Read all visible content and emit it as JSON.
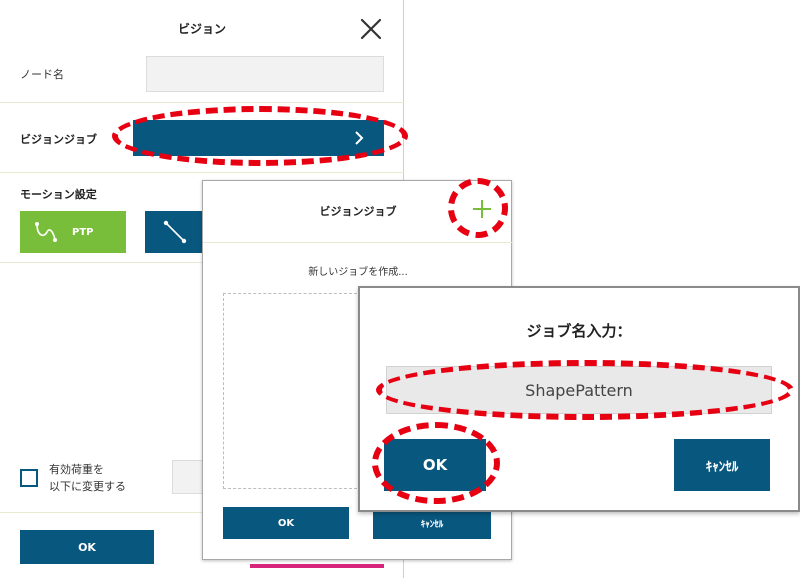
{
  "vision_panel": {
    "title": "ビジョン",
    "node_name_label": "ノード名",
    "node_name_value": "",
    "vision_job_label": "ビジョンジョブ",
    "motion_label": "モーション設定",
    "ptp_label": "PTP",
    "weight_label_line1": "有効荷重を",
    "weight_label_line2": "以下に変更する",
    "ok_label": "OK"
  },
  "job_list_dialog": {
    "title": "ビジョンジョブ",
    "new_job_text": "新しいジョブを作成...",
    "ok_label": "OK",
    "cancel_label": "ｷｬﾝｾﾙ"
  },
  "job_name_dialog": {
    "title": "ジョブ名入力：",
    "input_value": "ShapePattern",
    "ok_label": "OK",
    "cancel_label": "ｷｬﾝｾﾙ"
  },
  "colors": {
    "primary_blue": "#08577f",
    "accent_green": "#79be3b",
    "highlight_red": "#e60012",
    "accent_pink": "#d8247a"
  },
  "icons": [
    "close-icon",
    "chevron-right-icon",
    "ptp-curve-icon",
    "linear-motion-icon",
    "plus-icon"
  ]
}
